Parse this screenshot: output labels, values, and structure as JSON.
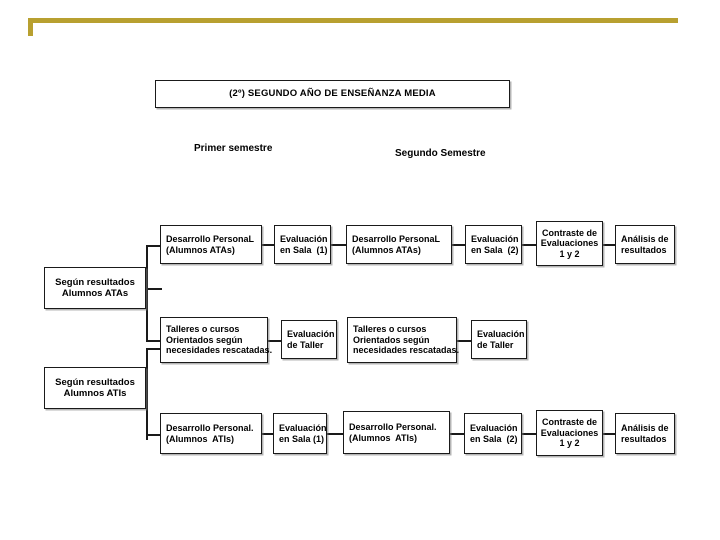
{
  "header": {
    "accent_color": "#B8A030"
  },
  "title": {
    "text": "(2º) SEGUNDO AÑO DE ENSEÑANZA MEDIA"
  },
  "captions": {
    "first_semester": "Primer semestre",
    "second_semester": "Segundo Semestre"
  },
  "roots": [
    {
      "line1": "Según resultados",
      "line2": "Alumnos ATAs"
    },
    {
      "line1": "Según resultados",
      "line2": "Alumnos ATIs"
    }
  ],
  "rows": {
    "top": {
      "n1": {
        "line1": "Desarrollo PersonaL",
        "line2": "(Alumnos ATAs)"
      },
      "n2": {
        "line1": "Evaluación",
        "line2": "en Sala  (1)"
      },
      "n3": {
        "line1": "Desarrollo PersonaL",
        "line2": "(Alumnos ATAs)"
      },
      "n4": {
        "line1": "Evaluación",
        "line2": "en Sala  (2)"
      },
      "n5": {
        "line1": "Contraste de",
        "line2": "Evaluaciones",
        "line3": "1 y 2"
      },
      "n6": {
        "line1": "Análisis de",
        "line2": "resultados"
      }
    },
    "middle": {
      "n1": {
        "line1": "Talleres o cursos",
        "line2": "Orientados según",
        "line3": "necesidades rescatadas."
      },
      "n2": {
        "line1": "Evaluación",
        "line2": "de Taller"
      },
      "n3": {
        "line1": "Talleres o cursos",
        "line2": "Orientados según",
        "line3": "necesidades rescatadas."
      },
      "n4": {
        "line1": "Evaluación",
        "line2": "de Taller"
      }
    },
    "bottom": {
      "n1": {
        "line1": "Desarrollo Personal.",
        "line2": "(Alumnos  ATIs)"
      },
      "n2": {
        "line1": "Evaluación",
        "line2": "en Sala (1)"
      },
      "n3": {
        "line1": "Desarrollo Personal.",
        "line2": "(Alumnos  ATIs)"
      },
      "n4": {
        "line1": "Evaluación",
        "line2": "en Sala  (2)"
      },
      "n5": {
        "line1": "Contraste de",
        "line2": "Evaluaciones",
        "line3": "1 y 2"
      },
      "n6": {
        "line1": "Análisis de",
        "line2": "resultados"
      }
    }
  }
}
